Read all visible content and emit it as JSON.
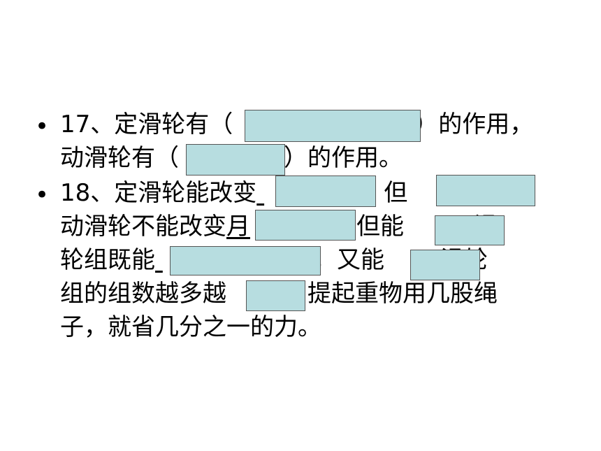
{
  "slide": {
    "bullet_symbol": "•",
    "items": [
      {
        "lines": [
          [
            "17、定滑轮有（",
            "",
            "）的作用，"
          ],
          [
            "动滑轮有（",
            "",
            "）的作用。"
          ]
        ]
      },
      {
        "lines": [
          [
            "18、定滑轮能改变",
            "",
            "，但",
            ""
          ],
          [
            "动滑轮不能改变",
            "月",
            "，但能",
            "滑"
          ],
          [
            "轮组既能",
            "",
            "，又能",
            "滑轮"
          ],
          [
            "组的组数越多越",
            "",
            "提起重物用几股绳"
          ],
          [
            "子，就省几分之一的力。"
          ]
        ]
      }
    ]
  }
}
